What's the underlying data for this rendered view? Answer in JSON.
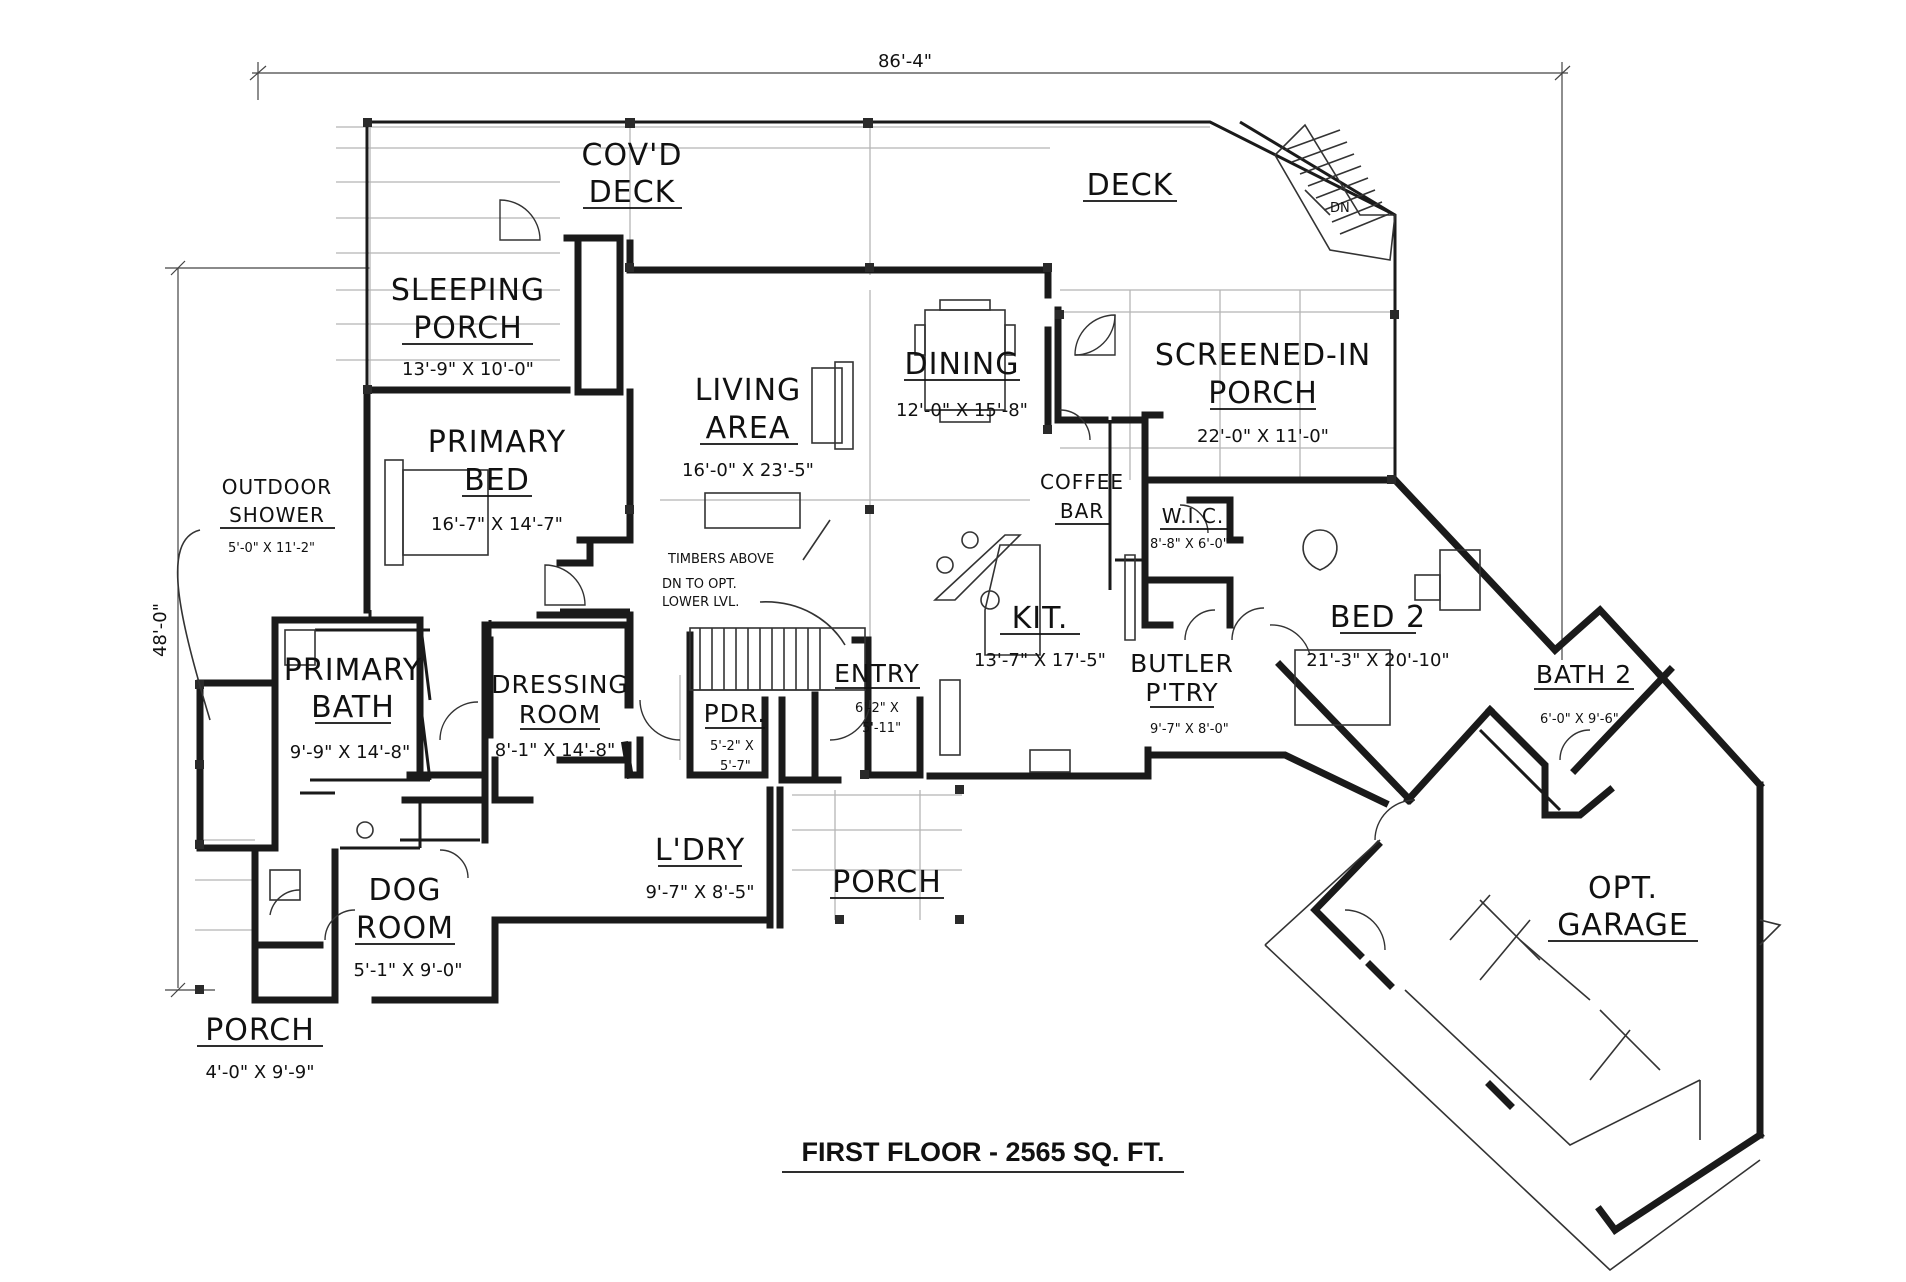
{
  "plan": {
    "title": "FIRST FLOOR - 2565 SQ. FT.",
    "overall_width": "86'-4\"",
    "overall_depth": "48'-0\"",
    "notes": {
      "timbers": "TIMBERS ABOVE",
      "stair_line1": "DN TO OPT.",
      "stair_line2": "LOWER LVL.",
      "deck_stair": "DN"
    },
    "rooms": [
      {
        "id": "covd-deck",
        "name1": "COV'D",
        "name2": "DECK",
        "size": ""
      },
      {
        "id": "deck",
        "name1": "DECK",
        "name2": "",
        "size": ""
      },
      {
        "id": "sleeping-porch",
        "name1": "SLEEPING",
        "name2": "PORCH",
        "size": "13'-9\" X 10'-0\""
      },
      {
        "id": "living-area",
        "name1": "LIVING",
        "name2": "AREA",
        "size": "16'-0\" X 23'-5\""
      },
      {
        "id": "dining",
        "name1": "DINING",
        "name2": "",
        "size": "12'-0\" X 15'-8\""
      },
      {
        "id": "screened-porch",
        "name1": "SCREENED-IN",
        "name2": "PORCH",
        "size": "22'-0\" X 11'-0\""
      },
      {
        "id": "primary-bed",
        "name1": "PRIMARY",
        "name2": "BED",
        "size": "16'-7\" X 14'-7\""
      },
      {
        "id": "outdoor-shower",
        "name1": "OUTDOOR",
        "name2": "SHOWER",
        "size": "5'-0\" X 11'-2\""
      },
      {
        "id": "coffee-bar",
        "name1": "COFFEE",
        "name2": "BAR",
        "size": ""
      },
      {
        "id": "wic",
        "name1": "W.I.C.",
        "name2": "",
        "size": "8'-8\" X 6'-0\""
      },
      {
        "id": "kitchen",
        "name1": "KIT.",
        "name2": "",
        "size": "13'-7\" X 17'-5\""
      },
      {
        "id": "bed-2",
        "name1": "BED 2",
        "name2": "",
        "size": "21'-3\" X 20'-10\""
      },
      {
        "id": "butler-pantry",
        "name1": "BUTLER",
        "name2": "P'TRY",
        "size": "9'-7\" X 8'-0\""
      },
      {
        "id": "bath-2",
        "name1": "BATH 2",
        "name2": "",
        "size": "6'-0\" X 9'-6\""
      },
      {
        "id": "primary-bath",
        "name1": "PRIMARY",
        "name2": "BATH",
        "size": "9'-9\" X 14'-8\""
      },
      {
        "id": "dressing-room",
        "name1": "DRESSING",
        "name2": "ROOM",
        "size": "8'-1\" X 14'-8\""
      },
      {
        "id": "entry",
        "name1": "ENTRY",
        "name2": "",
        "size1": "6'-2\" X",
        "size2": "5'-11\""
      },
      {
        "id": "powder",
        "name1": "PDR.",
        "name2": "",
        "size1": "5'-2\" X",
        "size2": "5'-7\""
      },
      {
        "id": "laundry",
        "name1": "L'DRY",
        "name2": "",
        "size": "9'-7\" X 8'-5\""
      },
      {
        "id": "front-porch",
        "name1": "PORCH",
        "name2": "",
        "size": ""
      },
      {
        "id": "dog-room",
        "name1": "DOG",
        "name2": "ROOM",
        "size": "5'-1\" X 9'-0\""
      },
      {
        "id": "side-porch",
        "name1": "PORCH",
        "name2": "",
        "size": "4'-0\" X 9'-9\""
      },
      {
        "id": "garage",
        "name1": "OPT.",
        "name2": "GARAGE",
        "size": ""
      }
    ]
  }
}
